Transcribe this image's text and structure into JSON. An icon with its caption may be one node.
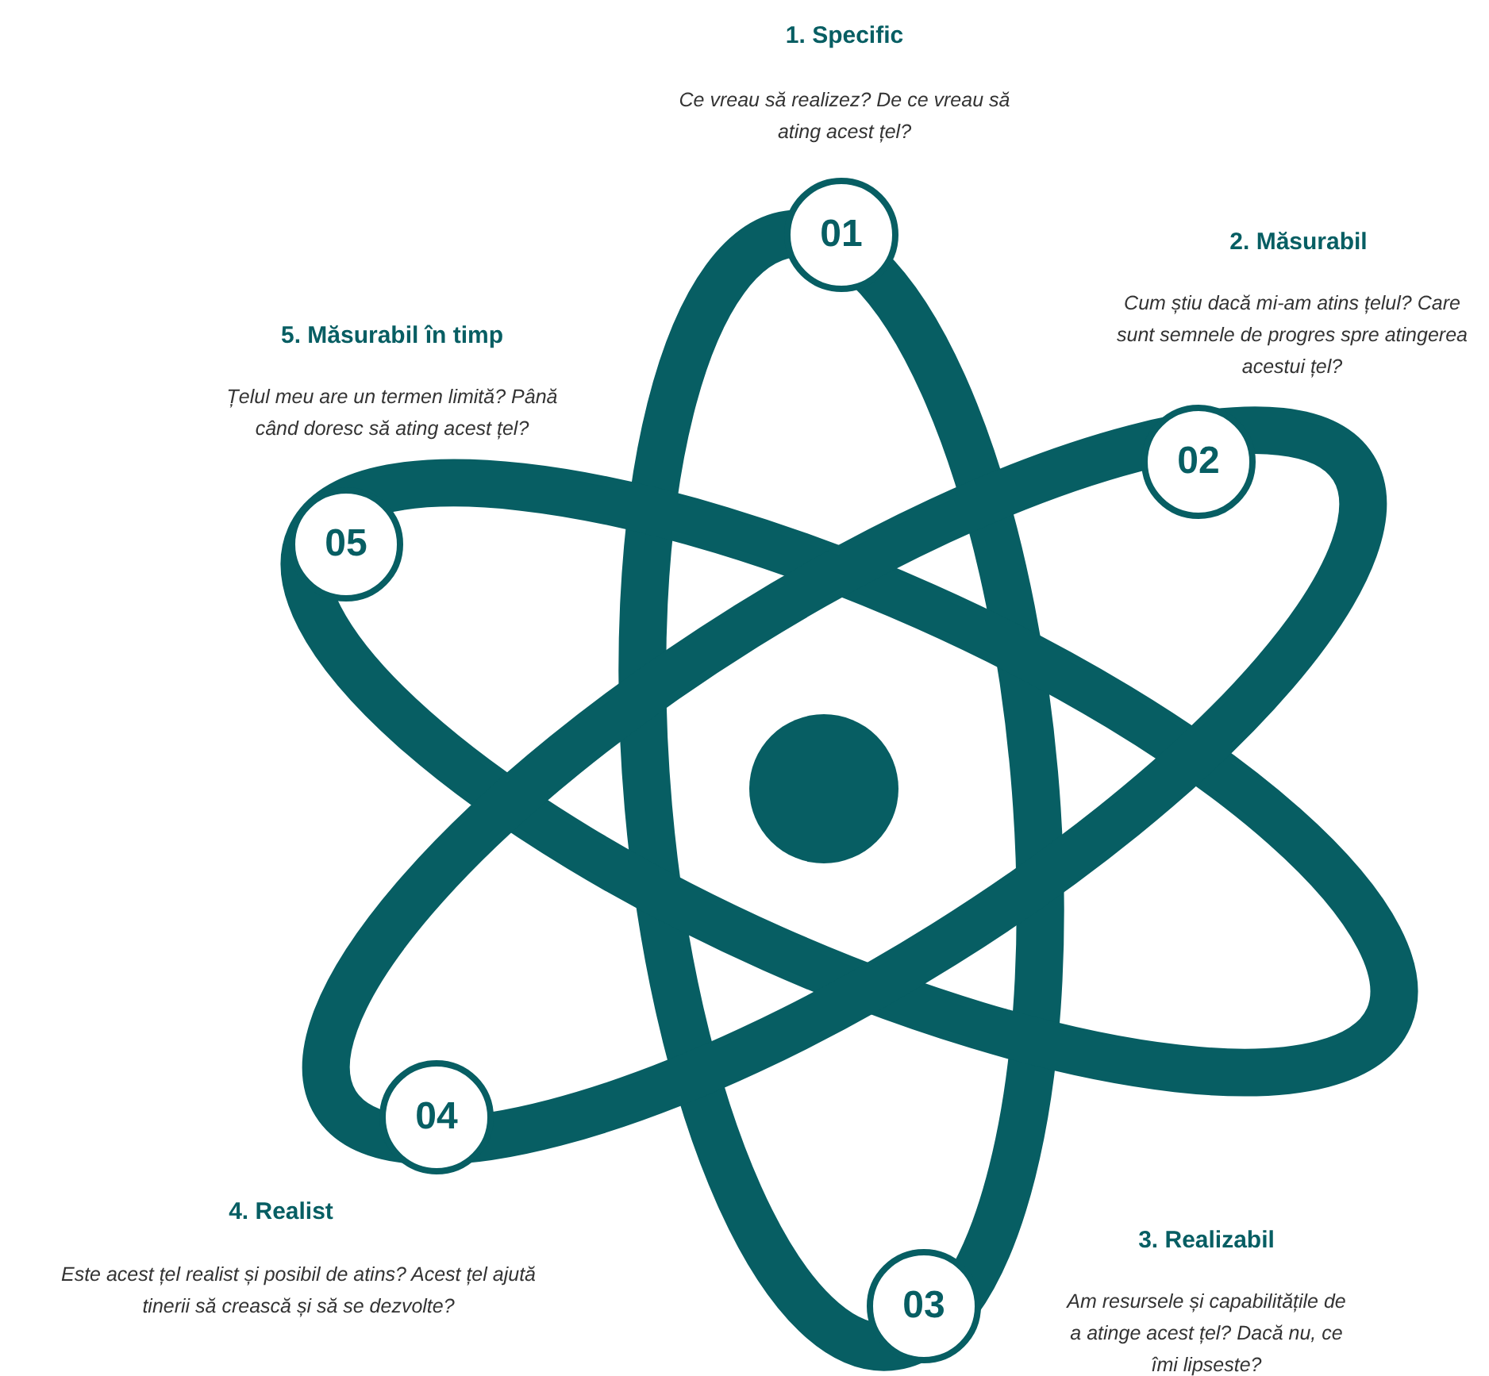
{
  "diagram": {
    "nodes": [
      {
        "text": [
          "01"
        ],
        "beside": [
          "1. Specific",
          "Ce vreau să realizez? De ce vreau să ating acest țel?"
        ]
      },
      {
        "text": [
          "02"
        ],
        "beside": [
          "2. Măsurabil",
          "Cum știu dacă mi-am atins țelul? Care sunt semnele de progres spre atingerea acestui țel?"
        ]
      },
      {
        "text": [
          "03"
        ],
        "beside": [
          "3. Realizabil",
          "Am resursele și capabilitățile de a atinge acest țel? Dacă nu, ce îmi lipseste?"
        ]
      },
      {
        "text": [
          "04"
        ],
        "beside": [
          "4. Realist",
          "Este acest țel realist și posibil de atins? Acest țel ajută tinerii să crească și să se dezvolte?"
        ]
      },
      {
        "text": [
          "05"
        ],
        "beside": [
          "5. Măsurabil în timp",
          "Țelul meu are un termen limită? Până când doresc să ating acest țel?"
        ]
      }
    ]
  }
}
